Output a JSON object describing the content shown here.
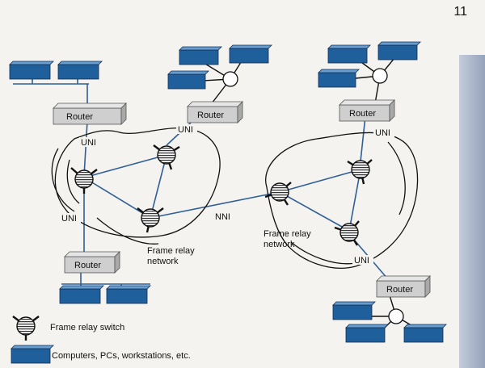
{
  "page_number": "11",
  "labels": {
    "router": "Router",
    "uni": "UNI",
    "nni": "NNI",
    "frame_relay_network_line1": "Frame relay",
    "frame_relay_network_line2": "network"
  },
  "legend": {
    "switch_label": "Frame relay switch",
    "computers_label": "Computers, PCs, workstations, etc."
  },
  "colors": {
    "computer_fill": "#1f5f9c",
    "computer_top": "#6a9ccd",
    "router_fill": "#cfcfcf",
    "router_top": "#e6e6e6",
    "link_blue": "#2f5f96",
    "boundary": "#111111",
    "side_bar": "#aab3c6"
  }
}
